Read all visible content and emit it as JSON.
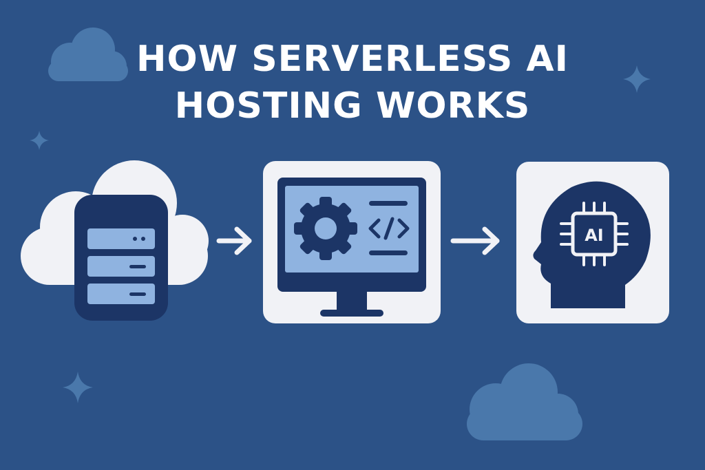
{
  "title": {
    "line1": "HOW SERVERLESS AI",
    "line2": "HOSTING WORKS"
  },
  "steps": [
    {
      "icon": "cloud-server-icon"
    },
    {
      "icon": "monitor-code-icon"
    },
    {
      "icon": "ai-head-icon",
      "label": "AI"
    }
  ],
  "colors": {
    "background": "#2c5287",
    "dark_navy": "#1c3566",
    "light_blue": "#8fb3e0",
    "card": "#f1f2f6",
    "accent_cloud": "#4a78ab"
  }
}
